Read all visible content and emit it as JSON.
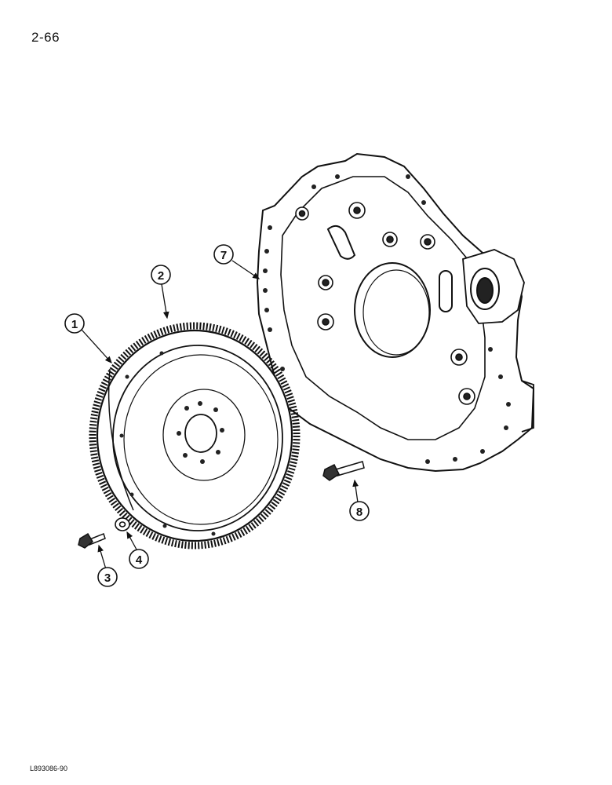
{
  "page_number": "2-66",
  "figure_code": "L893086-90",
  "callouts": [
    {
      "id": "1",
      "label": "1",
      "part": "flywheel"
    },
    {
      "id": "2",
      "label": "2",
      "part": "ring-gear"
    },
    {
      "id": "3",
      "label": "3",
      "part": "bolt"
    },
    {
      "id": "4",
      "label": "4",
      "part": "washer"
    },
    {
      "id": "7",
      "label": "7",
      "part": "flywheel-housing"
    },
    {
      "id": "8",
      "label": "8",
      "part": "housing-bolt"
    }
  ]
}
